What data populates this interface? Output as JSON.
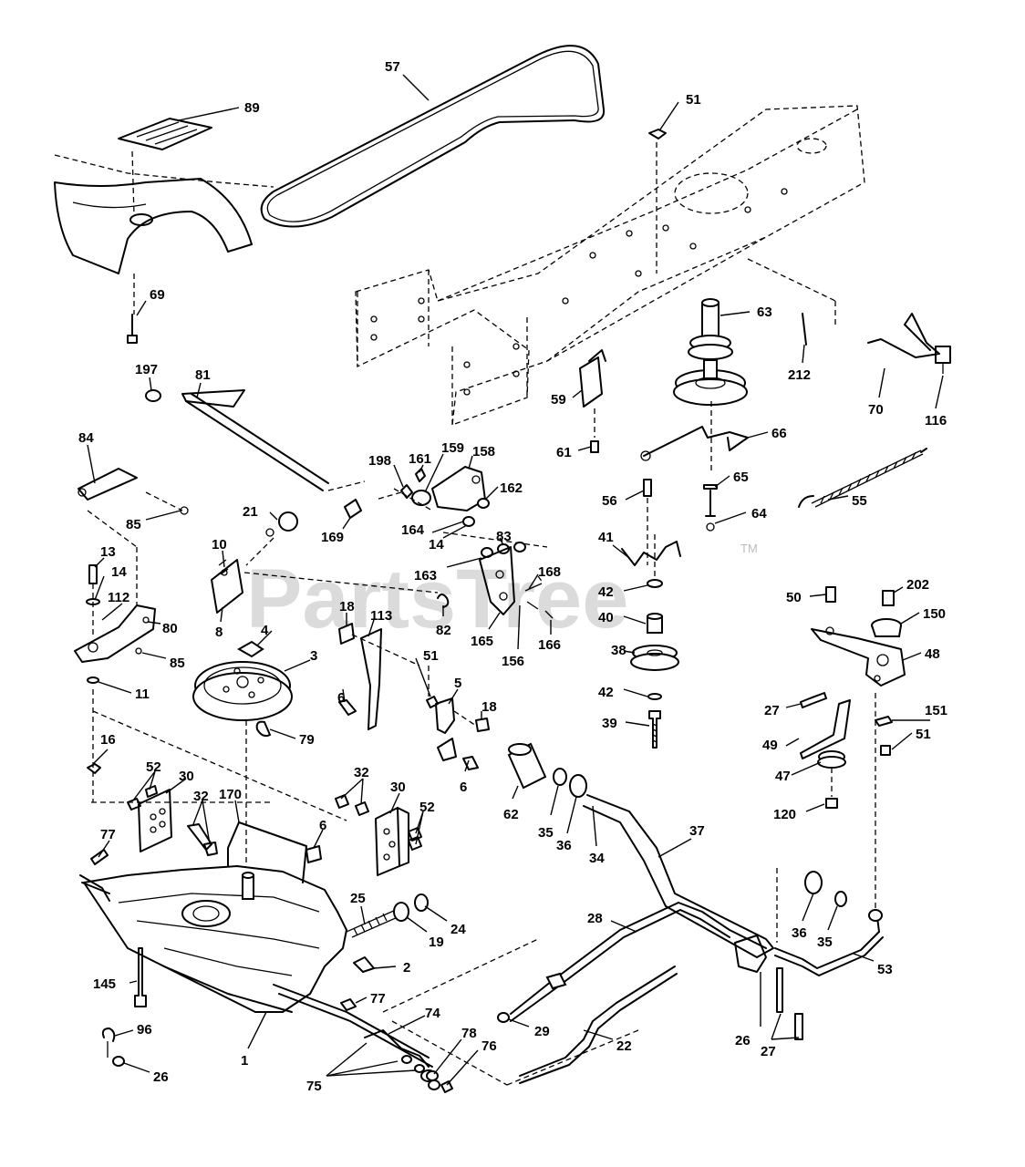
{
  "watermark": {
    "text": "PartsTree",
    "mark": "TM",
    "color": "#cfcfcf"
  },
  "callouts": [
    {
      "id": "89"
    },
    {
      "id": "57"
    },
    {
      "id": "51"
    },
    {
      "id": "69"
    },
    {
      "id": "197"
    },
    {
      "id": "81"
    },
    {
      "id": "63"
    },
    {
      "id": "212"
    },
    {
      "id": "70"
    },
    {
      "id": "116"
    },
    {
      "id": "59"
    },
    {
      "id": "61"
    },
    {
      "id": "66"
    },
    {
      "id": "84"
    },
    {
      "id": "198"
    },
    {
      "id": "161"
    },
    {
      "id": "159"
    },
    {
      "id": "158"
    },
    {
      "id": "162"
    },
    {
      "id": "56"
    },
    {
      "id": "65"
    },
    {
      "id": "21"
    },
    {
      "id": "169"
    },
    {
      "id": "164"
    },
    {
      "id": "14"
    },
    {
      "id": "83"
    },
    {
      "id": "64"
    },
    {
      "id": "55"
    },
    {
      "id": "85"
    },
    {
      "id": "10"
    },
    {
      "id": "41"
    },
    {
      "id": "13"
    },
    {
      "id": "14"
    },
    {
      "id": "163"
    },
    {
      "id": "168"
    },
    {
      "id": "42"
    },
    {
      "id": "50"
    },
    {
      "id": "202"
    },
    {
      "id": "112"
    },
    {
      "id": "80"
    },
    {
      "id": "8"
    },
    {
      "id": "18"
    },
    {
      "id": "113"
    },
    {
      "id": "4"
    },
    {
      "id": "82"
    },
    {
      "id": "165"
    },
    {
      "id": "166"
    },
    {
      "id": "40"
    },
    {
      "id": "150"
    },
    {
      "id": "156"
    },
    {
      "id": "85"
    },
    {
      "id": "3"
    },
    {
      "id": "51"
    },
    {
      "id": "38"
    },
    {
      "id": "48"
    },
    {
      "id": "11"
    },
    {
      "id": "5"
    },
    {
      "id": "42"
    },
    {
      "id": "18"
    },
    {
      "id": "27"
    },
    {
      "id": "6"
    },
    {
      "id": "39"
    },
    {
      "id": "79"
    },
    {
      "id": "16"
    },
    {
      "id": "151"
    },
    {
      "id": "51"
    },
    {
      "id": "49"
    },
    {
      "id": "52"
    },
    {
      "id": "30"
    },
    {
      "id": "6"
    },
    {
      "id": "47"
    },
    {
      "id": "32"
    },
    {
      "id": "32"
    },
    {
      "id": "30"
    },
    {
      "id": "62"
    },
    {
      "id": "120"
    },
    {
      "id": "170"
    },
    {
      "id": "52"
    },
    {
      "id": "35"
    },
    {
      "id": "36"
    },
    {
      "id": "77"
    },
    {
      "id": "6"
    },
    {
      "id": "34"
    },
    {
      "id": "37"
    },
    {
      "id": "25"
    },
    {
      "id": "24"
    },
    {
      "id": "19"
    },
    {
      "id": "28"
    },
    {
      "id": "36"
    },
    {
      "id": "35"
    },
    {
      "id": "53"
    },
    {
      "id": "2"
    },
    {
      "id": "145"
    },
    {
      "id": "77"
    },
    {
      "id": "74"
    },
    {
      "id": "29"
    },
    {
      "id": "96"
    },
    {
      "id": "1"
    },
    {
      "id": "26"
    },
    {
      "id": "22"
    },
    {
      "id": "78"
    },
    {
      "id": "76"
    },
    {
      "id": "26"
    },
    {
      "id": "75"
    },
    {
      "id": "27"
    }
  ]
}
